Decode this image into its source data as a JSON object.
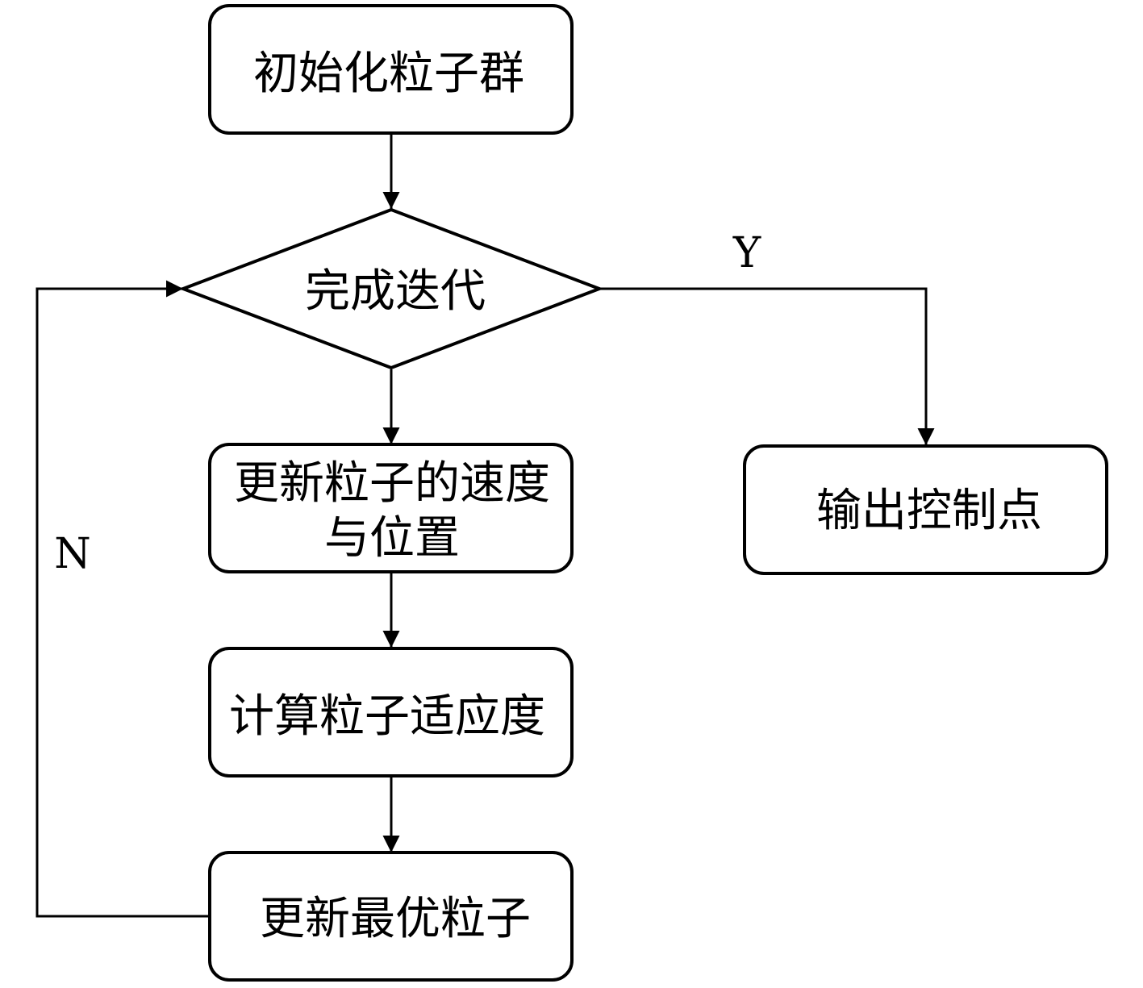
{
  "diagram": {
    "nodes": {
      "init": {
        "lines": [
          "初始化粒子群"
        ]
      },
      "decision": {
        "lines": [
          "完成迭代"
        ]
      },
      "update_velocity": {
        "lines": [
          "更新粒子的速度",
          "与位置"
        ]
      },
      "fitness": {
        "lines": [
          "计算粒子适应度"
        ]
      },
      "update_best": {
        "lines": [
          "更新最优粒子"
        ]
      },
      "output": {
        "lines": [
          "输出控制点"
        ]
      }
    },
    "branch_labels": {
      "yes": "Y",
      "no": "N"
    },
    "colors": {
      "stroke": "#000000",
      "background": "#ffffff"
    }
  }
}
